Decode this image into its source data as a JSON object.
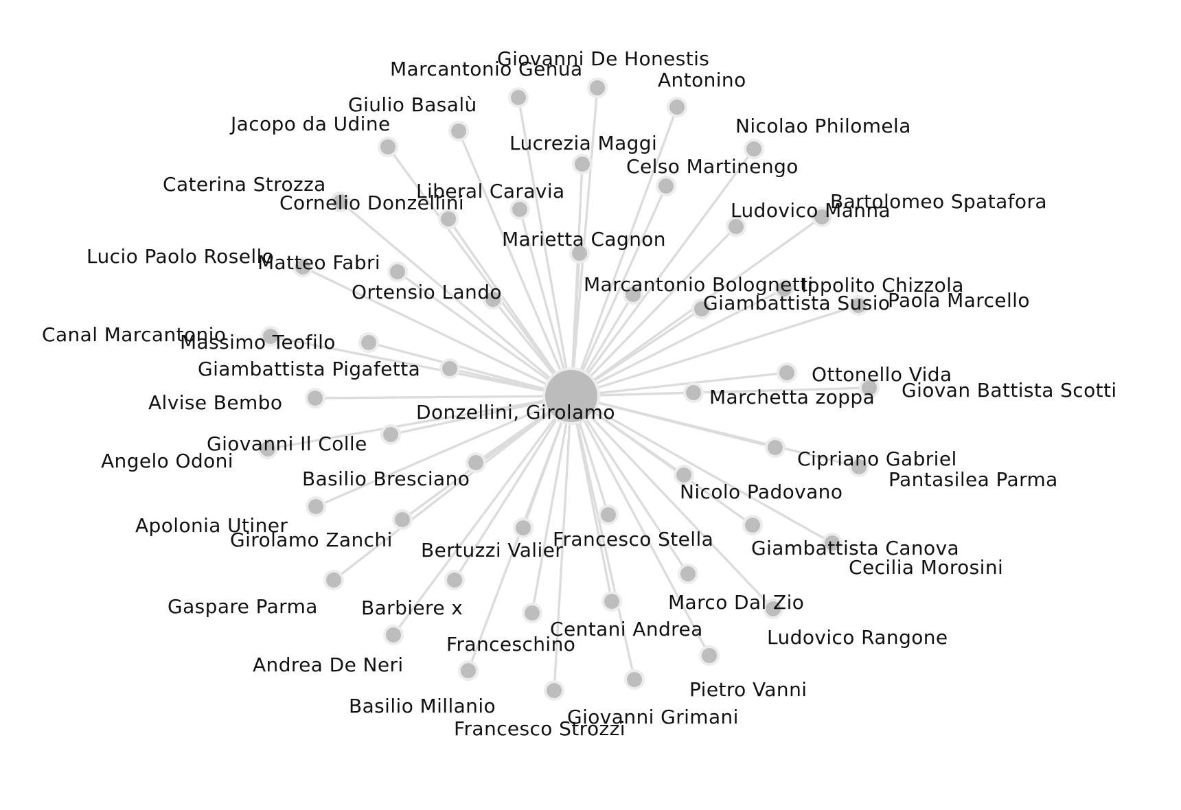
{
  "center": {
    "label": "Donzellini, Girolamo"
  },
  "nodes": [
    {
      "label": "Giovanni De Honestis"
    },
    {
      "label": "Marcantonio Genua"
    },
    {
      "label": "Antonino"
    },
    {
      "label": "Giulio Basalù"
    },
    {
      "label": "Jacopo da Udine"
    },
    {
      "label": "Lucrezia Maggi"
    },
    {
      "label": "Nicolao Philomela"
    },
    {
      "label": "Celso Martinengo"
    },
    {
      "label": "Caterina Strozza"
    },
    {
      "label": "Liberal Caravia"
    },
    {
      "label": "Cornelio Donzellini"
    },
    {
      "label": "Bartolomeo Spatafora"
    },
    {
      "label": "Ludovico Manna"
    },
    {
      "label": "Marietta Cagnon"
    },
    {
      "label": "Lucio Paolo Rosello"
    },
    {
      "label": "Matteo Fabri"
    },
    {
      "label": "Ortensio Lando"
    },
    {
      "label": "Marcantonio Bolognetti"
    },
    {
      "label": "Ippolito Chizzola"
    },
    {
      "label": "Giambattista Susio"
    },
    {
      "label": "Paola Marcello"
    },
    {
      "label": "Canal Marcantonio"
    },
    {
      "label": "Massimo Teofilo"
    },
    {
      "label": "Giambattista Pigafetta"
    },
    {
      "label": "Ottonello Vida"
    },
    {
      "label": "Giovan Battista Scotti"
    },
    {
      "label": "Marchetta zoppa"
    },
    {
      "label": "Alvise Bembo"
    },
    {
      "label": "Giovanni Il Colle"
    },
    {
      "label": "Angelo Odoni"
    },
    {
      "label": "Cipriano Gabriel"
    },
    {
      "label": "Pantasilea Parma"
    },
    {
      "label": "Basilio Bresciano"
    },
    {
      "label": "Nicolo Padovano"
    },
    {
      "label": "Apolonia Utiner"
    },
    {
      "label": "Girolamo Zanchi"
    },
    {
      "label": "Francesco Stella"
    },
    {
      "label": "Bertuzzi Valier"
    },
    {
      "label": "Giambattista Canova"
    },
    {
      "label": "Cecilia Morosini"
    },
    {
      "label": "Gaspare Parma"
    },
    {
      "label": "Barbiere x"
    },
    {
      "label": "Marco Dal Zio"
    },
    {
      "label": "Ludovico Rangone"
    },
    {
      "label": "Centani Andrea"
    },
    {
      "label": "Franceschino"
    },
    {
      "label": "Andrea De Neri"
    },
    {
      "label": "Pietro Vanni"
    },
    {
      "label": "Basilio Millanio"
    },
    {
      "label": "Giovanni Grimani"
    },
    {
      "label": "Francesco Strozzi"
    }
  ]
}
